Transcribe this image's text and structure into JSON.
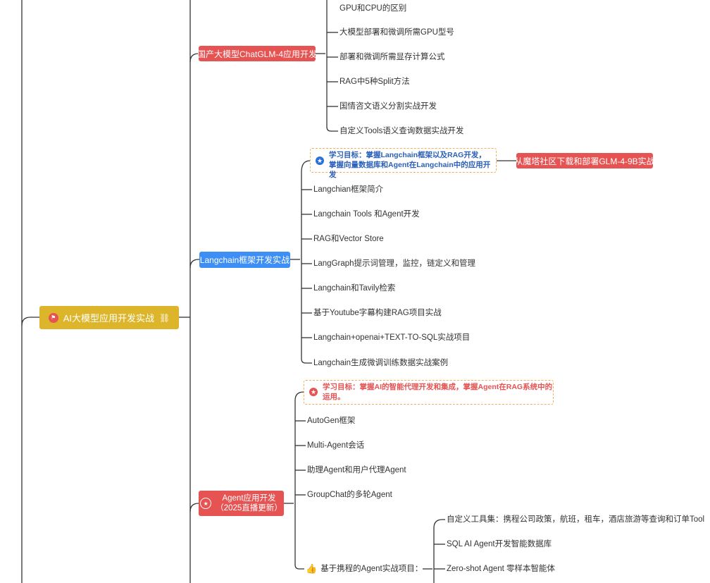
{
  "root": {
    "label": "AI大模型应用开发实战",
    "icon": "flag-icon",
    "link_icon": "link-icon",
    "color": "#dcb52a"
  },
  "chatglm": {
    "label": "国产大模型ChatGLM-4应用开发",
    "items": [
      "GPU和CPU的区别",
      "大模型部署和微调所需GPU型号",
      "部署和微调所需显存计算公式",
      "RAG中5种Split方法",
      "国情咨文语义分割实战开发",
      "自定义Tools语义查询数据实战开发"
    ]
  },
  "langchain": {
    "label": "Langchain框架开发实战",
    "goal": {
      "line1": "学习目标：掌握Langchain框架以及RAG开发，",
      "line2": "掌握向量数据库和Agent在Langchain中的应用开发",
      "icon": "star-badge-icon"
    },
    "goal_link": "从魔塔社区下载和部署GLM-4-9B实战",
    "items": [
      "Langchian框架简介",
      "Langchain Tools 和Agent开发",
      "RAG和Vector Store",
      "LangGraph提示词管理，监控，链定义和管理",
      "Langchain和Tavily检索",
      "基于Youtube字幕构建RAG项目实战",
      "Langchain+openai+TEXT-TO-SQL实战项目",
      "Langchain生成微调训练数据实战案例"
    ]
  },
  "agent": {
    "label_line1": "Agent应用开发",
    "label_line2": "（2025直播更新）",
    "icon": "star-badge-icon",
    "goal": {
      "line1": "学习目标：掌握AI的智能代理开发和集成，掌握Agent在RAG系统中的",
      "line2": "运用。",
      "icon": "star-badge-icon"
    },
    "items": [
      "AutoGen框架",
      "Multi-Agent会话",
      "助理Agent和用户代理Agent",
      "GroupChat的多轮Agent"
    ],
    "project": {
      "label": "基于携程的Agent实战项目：",
      "icon": "thumbs-up-icon",
      "items": [
        "自定义工具集：携程公司政策，航班，租车，酒店旅游等查询和订单Tool",
        "SQL AI Agent开发智能数据库",
        "Zero-shot Agent 零样本智能体"
      ]
    }
  },
  "colors": {
    "red": "#e55353",
    "blue": "#3d8ff5",
    "gold": "#dcb52a",
    "line": "#333333",
    "goal_border": "#f0b060",
    "goal_blue_text": "#2b5fb8",
    "goal_red_text": "#e55353"
  }
}
